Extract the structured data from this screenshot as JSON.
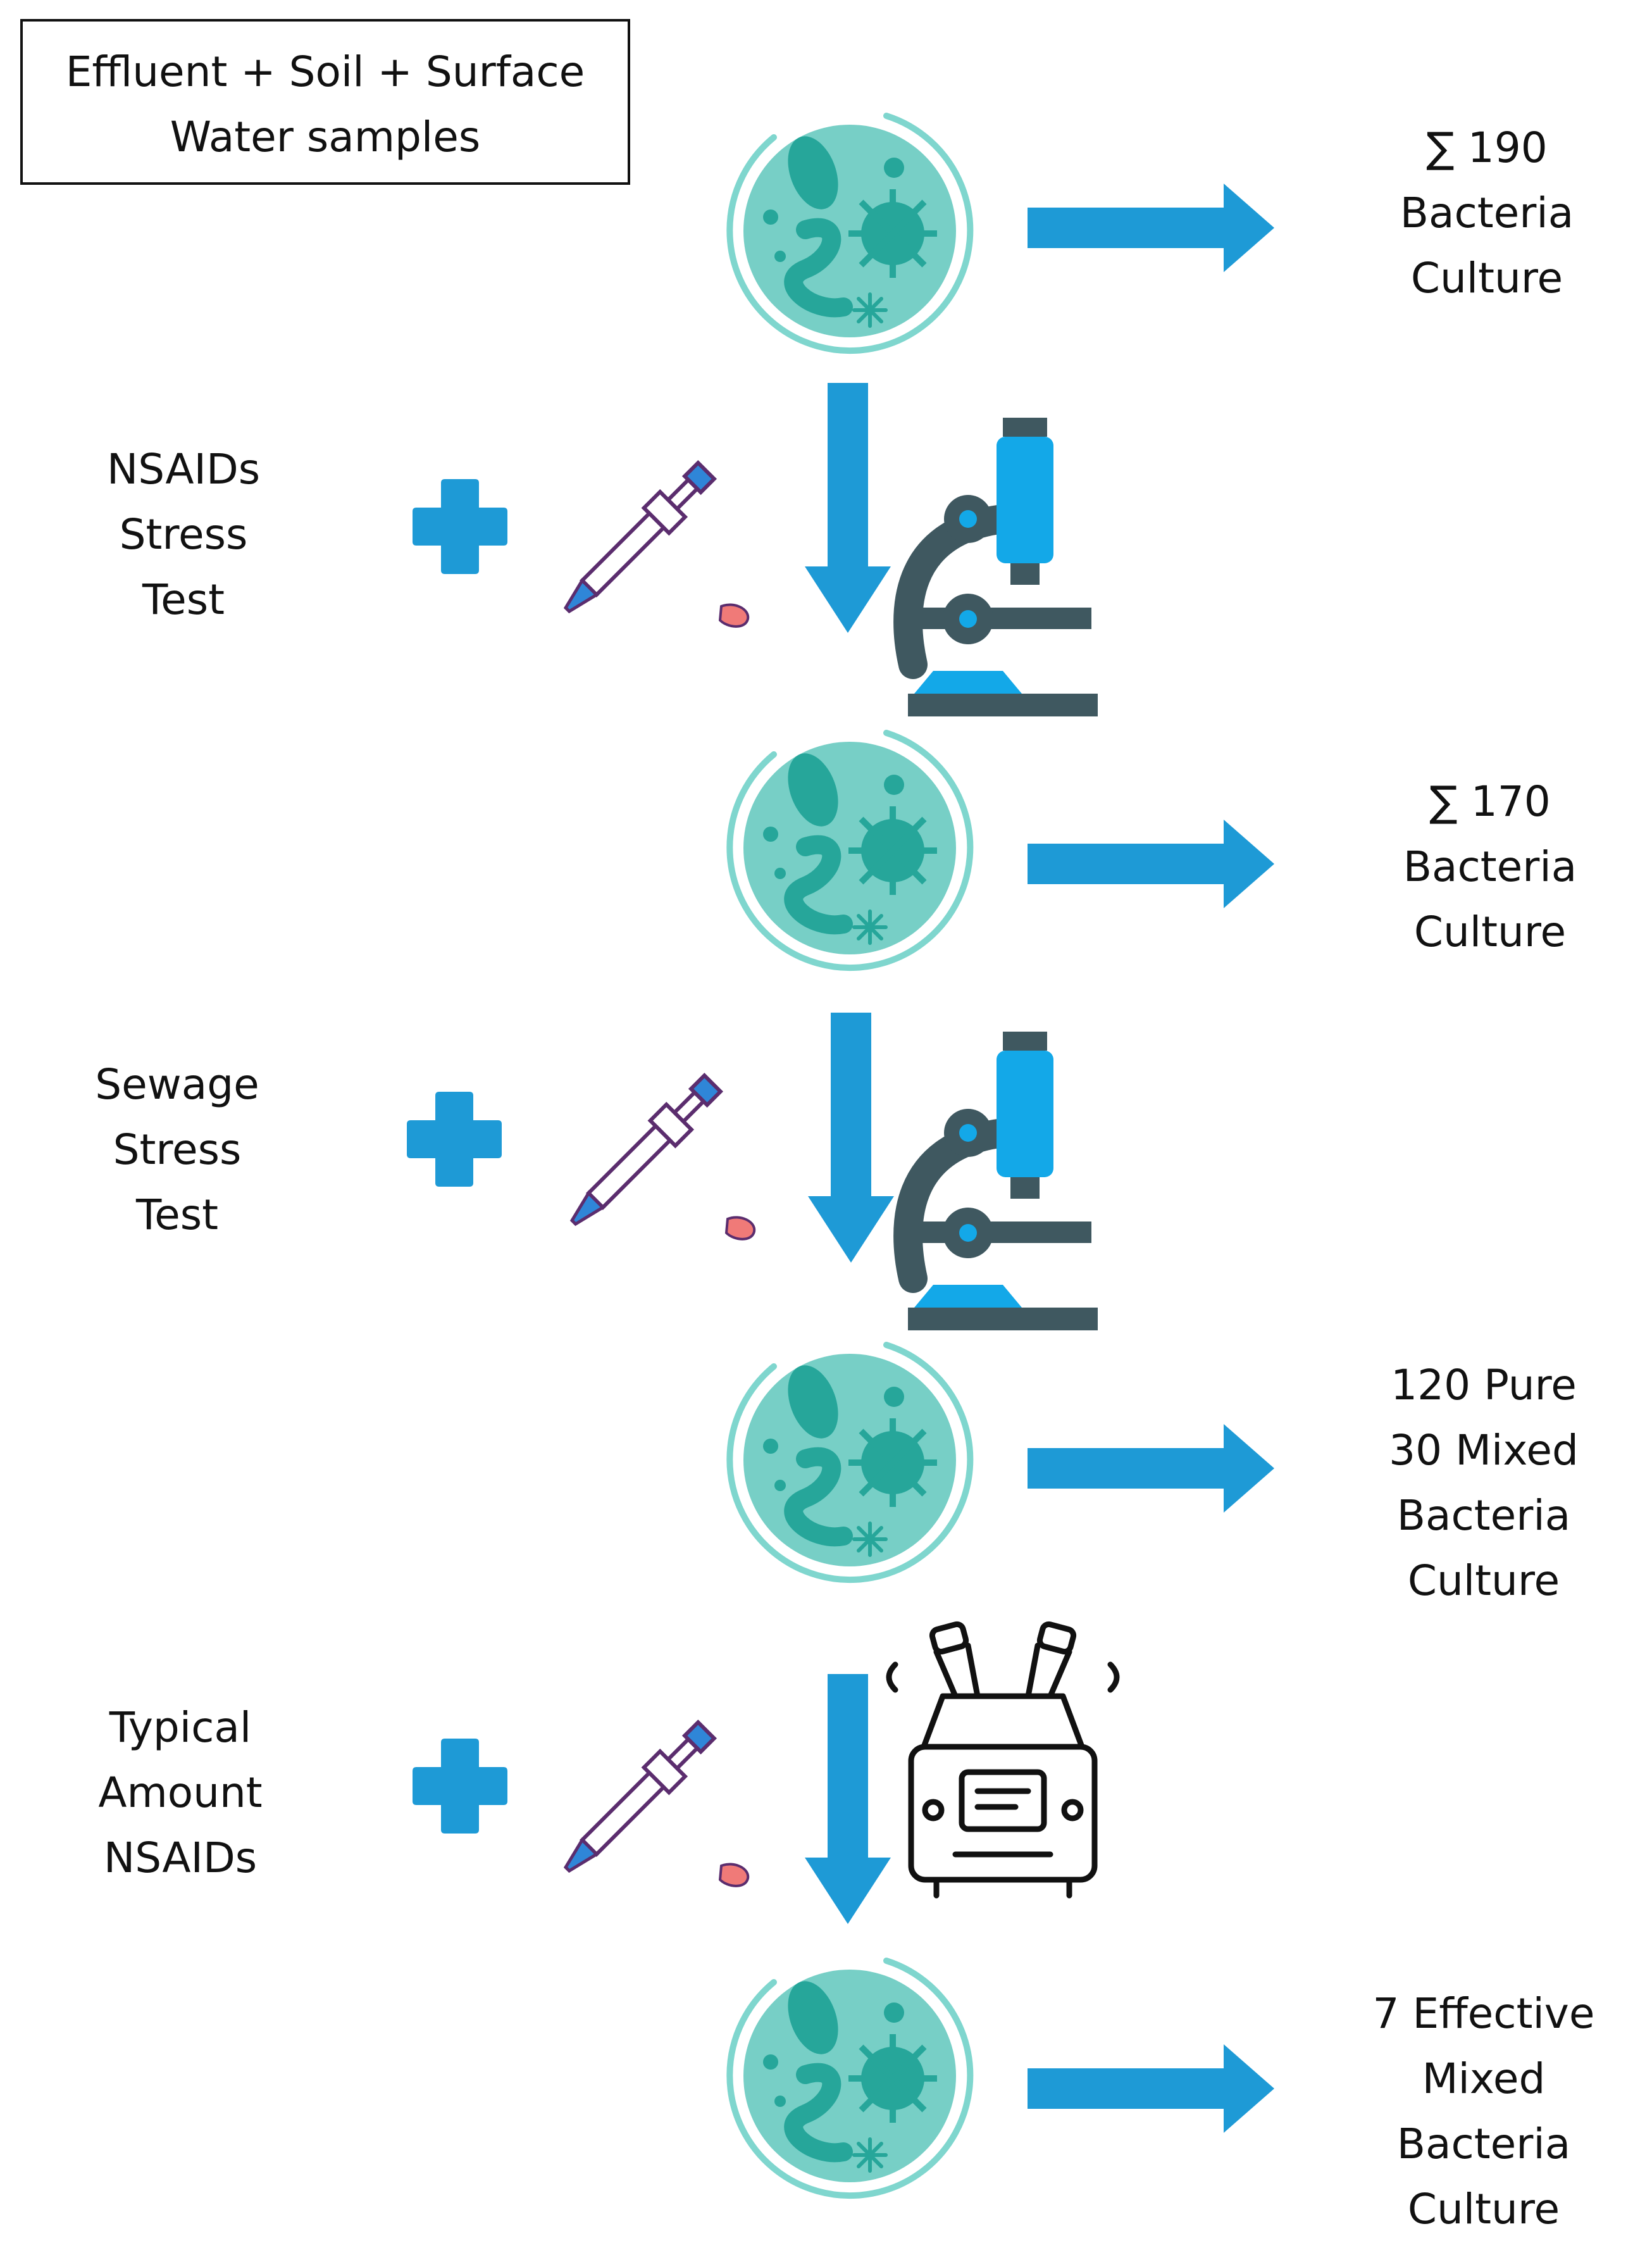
{
  "colors": {
    "arrow": "#1e9ad6",
    "dish": "#77cfc6",
    "dish_rim": "#7fd6ce",
    "bacteria": "#26a69a",
    "microscope_body": "#3f5860",
    "microscope_tube": "#13a8e8",
    "pipette_line": "#5b2d6e",
    "pipette_tip": "#2f86d8",
    "droplet": "#f07a78",
    "outline": "#111111"
  },
  "source_box": {
    "lines": [
      "Effluent + Soil + Surface",
      "Water samples"
    ]
  },
  "steps": [
    {
      "lines": [
        "NSAIDs",
        "Stress",
        "Test"
      ],
      "instrument": "microscope-icon"
    },
    {
      "lines": [
        "Sewage",
        "Stress",
        "Test"
      ],
      "instrument": "microscope-icon"
    },
    {
      "lines": [
        "Typical",
        "Amount",
        "NSAIDs"
      ],
      "instrument": "shaker-incubator-icon"
    }
  ],
  "results": [
    {
      "lines": [
        "∑ 190",
        "Bacteria",
        "Culture"
      ]
    },
    {
      "lines": [
        "∑ 170",
        "Bacteria",
        "Culture"
      ]
    },
    {
      "lines": [
        "120 Pure",
        "30 Mixed",
        "Bacteria",
        "Culture"
      ]
    },
    {
      "lines": [
        "7 Effective",
        "Mixed",
        "Bacteria",
        "Culture"
      ]
    }
  ],
  "icons": [
    "petri-dish-icon",
    "right-arrow-icon",
    "down-arrow-icon",
    "plus-icon",
    "pipette-icon",
    "microscope-icon",
    "shaker-incubator-icon"
  ]
}
